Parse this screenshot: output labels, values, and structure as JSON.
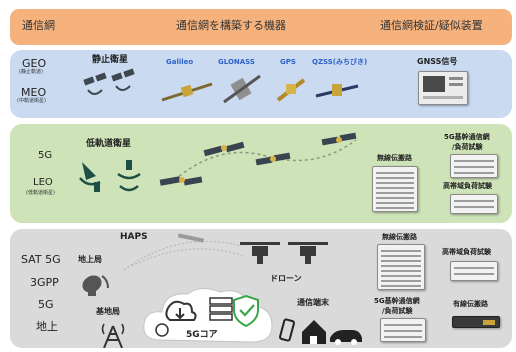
{
  "header": {
    "col1": "通信網",
    "col2": "通信網を構築する機器",
    "col3": "通信網検証/疑似装置"
  },
  "band_geo": {
    "orbit1": "GEO",
    "orbit1_sub": "(静止軌道)",
    "orbit2": "MEO",
    "orbit2_sub": "(中軌道衛星)",
    "sat_label": "静止衛星",
    "systems": [
      "Galileo",
      "GLONASS",
      "GPS",
      "QZSS(みちびき)"
    ],
    "device_label": "GNSS信号"
  },
  "band_leo": {
    "net1": "5G",
    "net2": "LEO",
    "net2_sub": "(低軌道衛星)",
    "sat_label": "低軌道衛星",
    "device1": "無線伝搬路",
    "device2_line1": "5G基幹通信網",
    "device2_line2": "/負荷試験",
    "device3": "高帯域負荷試験"
  },
  "band_ground": {
    "net1": "SAT 5G",
    "net2": "3GPP",
    "net3": "5G",
    "net4": "地上",
    "haps": "HAPS",
    "ground_station": "地上局",
    "base_station": "基地局",
    "drone": "ドローン",
    "core": "5Gコア",
    "terminal": "通信端末",
    "device1": "無線伝搬路",
    "device2": "高帯域負荷試験",
    "device3_line1": "5G基幹通信網",
    "device3_line2": "/負荷試験",
    "device4": "有線伝搬路"
  },
  "colors": {
    "header": "#f6b27c",
    "geo_band": "#c9daf1",
    "leo_band": "#cfe3b8",
    "ground_band": "#dadada",
    "system_blue": "#2e62c9",
    "shield_green": "#3aa64a"
  }
}
